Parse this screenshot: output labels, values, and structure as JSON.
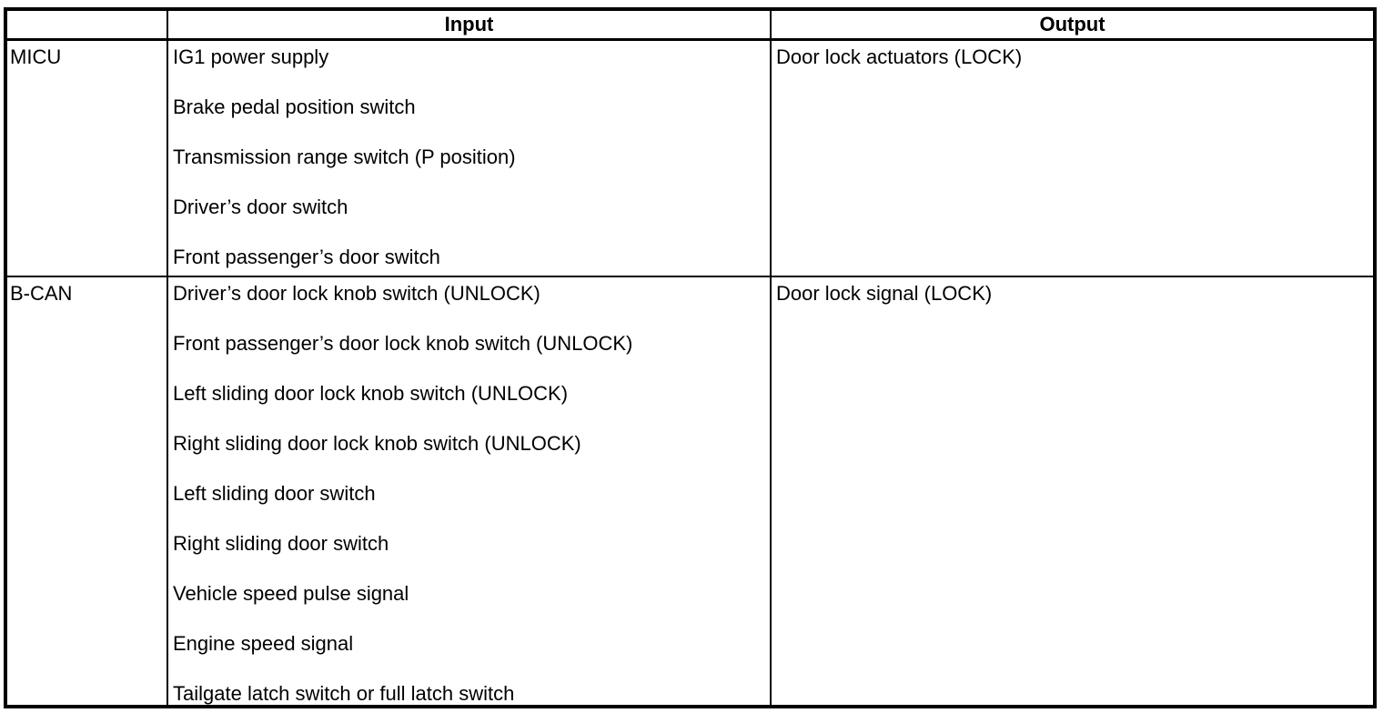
{
  "table": {
    "headers": {
      "source": "",
      "input": "Input",
      "output": "Output"
    },
    "rows": [
      {
        "source": "MICU",
        "inputs": [
          "IG1 power supply",
          "Brake pedal position switch",
          "Transmission range switch (P position)",
          "Driver’s door switch",
          "Front passenger’s door switch"
        ],
        "outputs": [
          "Door lock actuators (LOCK)"
        ]
      },
      {
        "source": "B-CAN",
        "inputs": [
          "Driver’s door lock knob switch (UNLOCK)",
          "Front passenger’s door lock knob switch (UNLOCK)",
          "Left sliding door lock knob switch (UNLOCK)",
          "Right sliding door lock knob switch (UNLOCK)",
          "Left sliding door switch",
          "Right sliding door switch",
          "Vehicle speed pulse signal",
          "Engine speed signal",
          "Tailgate latch switch or full latch switch"
        ],
        "outputs": [
          "Door lock signal (LOCK)"
        ]
      }
    ]
  },
  "colors": {
    "background": "#ffffff",
    "border": "#000000",
    "text": "#000000"
  }
}
